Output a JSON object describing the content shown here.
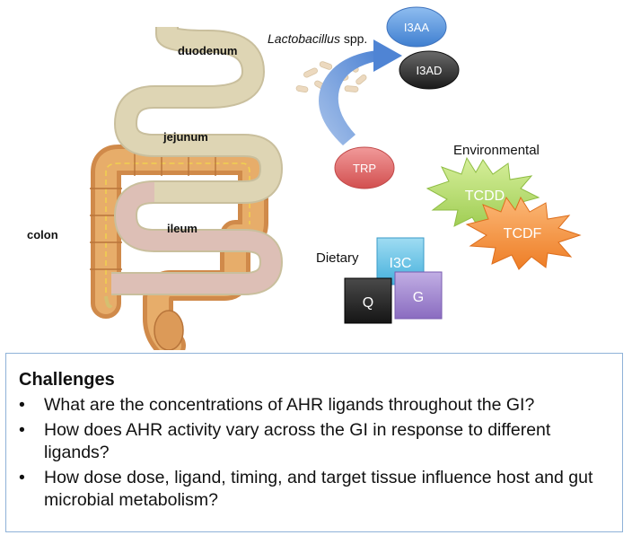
{
  "gut_labels": {
    "duodenum": "duodenum",
    "jejunum": "jejunum",
    "ileum": "ileum",
    "colon": "colon"
  },
  "microbial": {
    "organism_genus": "Lactobacillus",
    "organism_suffix": " spp.",
    "precursor": "TRP",
    "products": [
      "I3AA",
      "I3AD"
    ]
  },
  "environmental": {
    "label": "Environmental",
    "ligands": [
      "TCDD",
      "TCDF"
    ]
  },
  "dietary": {
    "label": "Dietary",
    "ligands": [
      "I3C",
      "Q",
      "G"
    ]
  },
  "colors": {
    "i3aa": "#4f8fdc",
    "i3ad": "#3a3a3a",
    "trp": "#e06666",
    "tcdd": "#b6dc6e",
    "tcdf": "#f5923e",
    "i3c": "#62c3e6",
    "q": "#2a2a2a",
    "g": "#9b7fcb",
    "small_intestine": "#dcd3b2",
    "ileum_tone": "#dcbcb4",
    "colon": "#d99a55",
    "arrow": "#6b94d6"
  },
  "challenges": {
    "title": "Challenges",
    "bullet": "•",
    "items": [
      "What are the concentrations of AHR ligands throughout the GI?",
      "How does AHR activity vary across the GI in response to different ligands?",
      "How dose dose, ligand, timing, and target tissue influence host and gut microbial metabolism?"
    ]
  }
}
